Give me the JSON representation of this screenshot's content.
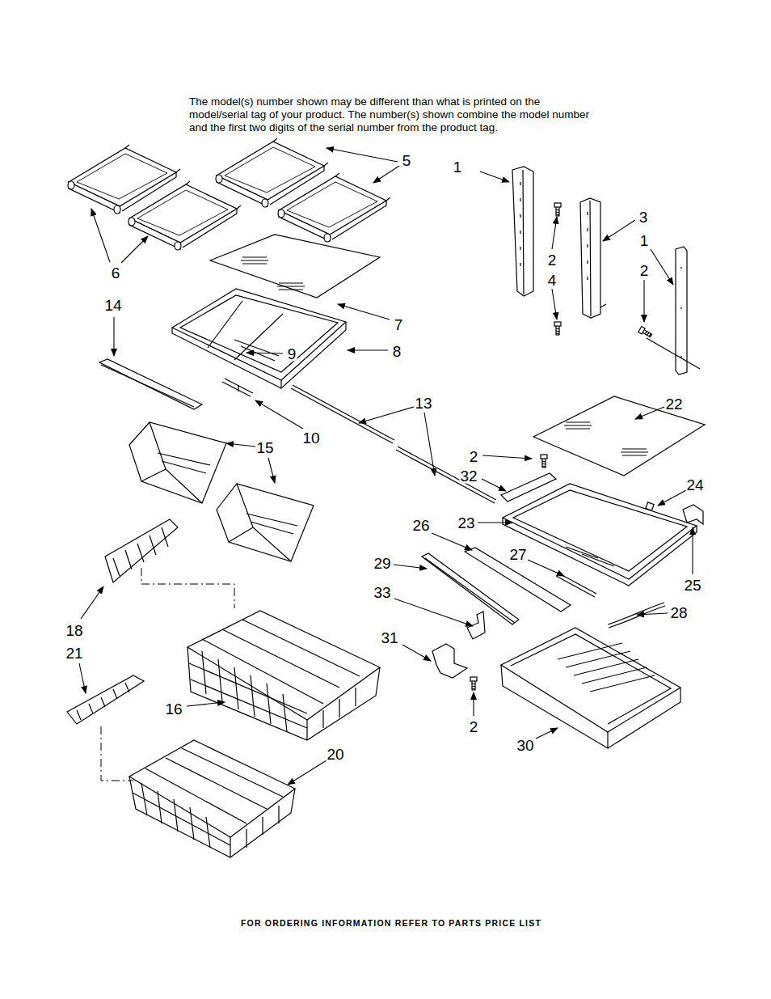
{
  "diagram": {
    "labels": [
      "The model(s) number shown may be different than what is printed on the model/serial tag of your product. The number(s) shown combine the model number and the first two digits of the serial number from the product tag.",
      "5",
      "1",
      "3",
      "1",
      "2",
      "2",
      "6",
      "4",
      "14",
      "7",
      "8",
      "9",
      "13",
      "22",
      "10",
      "15",
      "2",
      "32",
      "24",
      "23",
      "26",
      "27",
      "29",
      "25",
      "33",
      "28",
      "18",
      "31",
      "21",
      "16",
      "2",
      "30",
      "20",
      "FOR ORDERING INFORMATION REFER TO PARTS PRICE LIST"
    ]
  }
}
